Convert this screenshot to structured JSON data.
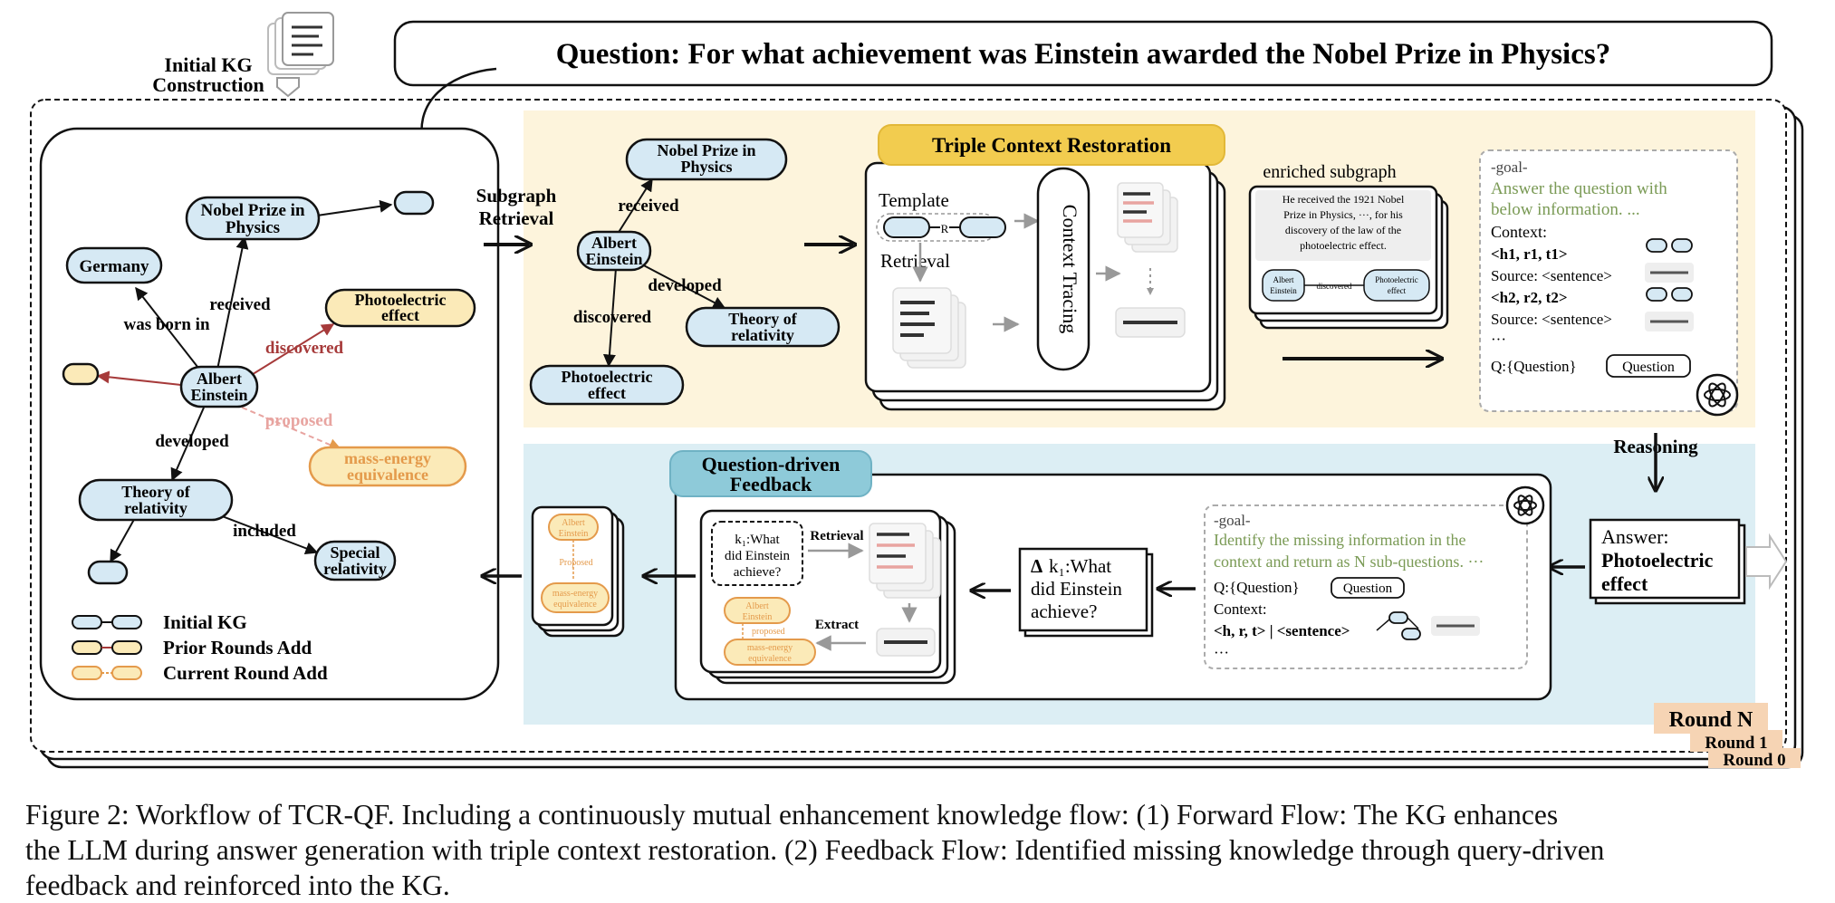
{
  "header": {
    "initial_kg_line1": "Initial KG",
    "initial_kg_line2": "Construction",
    "question": "Question: For what achievement was Einstein awarded the Nobel Prize in Physics?"
  },
  "kg": {
    "nodes": {
      "nobel": [
        "Nobel Prize in",
        "Physics"
      ],
      "germany": "Germany",
      "einstein": [
        "Albert",
        "Einstein"
      ],
      "photo": [
        "Photoelectric",
        "effect"
      ],
      "mass": [
        "mass-energy",
        "equivalence"
      ],
      "theory": [
        "Theory of",
        "relativity"
      ],
      "special": [
        "Special",
        "relativity"
      ]
    },
    "edges": {
      "was_born_in": "was born in",
      "received": "received",
      "discovered": "discovered",
      "proposed": "proposed",
      "developed": "developed",
      "included": "included"
    },
    "legend": {
      "initial": "Initial KG",
      "prior": "Prior Rounds Add",
      "current": "Current Round Add"
    }
  },
  "retrieval": {
    "label": [
      "Subgraph",
      "Retrieval"
    ],
    "nodes": {
      "nobel": [
        "Nobel Prize in",
        "Physics"
      ],
      "einstein": [
        "Albert",
        "Einstein"
      ],
      "theory": [
        "Theory of",
        "relativity"
      ],
      "photo": [
        "Photoelectric",
        "effect"
      ]
    },
    "edges": {
      "received": "received",
      "developed": "developed",
      "discovered": "discovered"
    }
  },
  "tcr": {
    "title": "Triple Context Restoration",
    "template": "Template",
    "r": "R",
    "retrieval": "Retrieval",
    "context_tracing": "Context Tracing"
  },
  "enriched": {
    "label": "enriched subgraph",
    "text": [
      "He received the 1921 Nobel",
      "Prize in Physics, ···, for his",
      "discovery of the law of the",
      "photoelectric effect."
    ],
    "node_a": [
      "Albert",
      "Einstein"
    ],
    "edge": "discovered",
    "node_b": [
      "Photoelectric",
      "effect"
    ]
  },
  "prompt1": {
    "goal": "-goal-",
    "instruction": [
      "Answer the question with",
      "below information. ..."
    ],
    "context": "Context:",
    "triple1": "<h1, r1, t1>",
    "source1": "Source: <sentence>",
    "triple2": "<h2, r2, t2>",
    "source2": "Source: <sentence>",
    "dots": "···",
    "q": "Q:{Question}",
    "question_btn": "Question"
  },
  "reasoning": "Reasoning",
  "answer": {
    "label": "Answer:",
    "value": [
      "Photoelectric",
      "effect"
    ]
  },
  "prompt2": {
    "goal": "-goal-",
    "instruction": [
      "Identify the missing information in the",
      "context and return as N sub-questions. ···"
    ],
    "q": "Q:{Question}",
    "question_btn": "Question",
    "context": "Context:",
    "triple": "<h, r, t> | <sentence>",
    "dots": "···"
  },
  "subq": {
    "delta": "Δ",
    "text": [
      "k₁:What",
      "did Einstein",
      "achieve?"
    ]
  },
  "qf": {
    "title": [
      "Question-driven",
      "Feedback"
    ],
    "subq": [
      "k₁:What",
      "did Einstein",
      "achieve?"
    ],
    "retrieval": "Retrieval",
    "extract": "Extract",
    "node_a": [
      "Albert",
      "Einstein"
    ],
    "edge": "proposed",
    "node_b": [
      "mass-energy",
      "equivalence"
    ]
  },
  "stack": {
    "node_a": [
      "Albert",
      "Einstein"
    ],
    "edge": "Proposed",
    "node_b": [
      "mass-energy",
      "equivalence"
    ]
  },
  "rounds": {
    "n": "Round N",
    "one": "Round 1",
    "zero": "Round 0"
  },
  "caption": {
    "line1": "Figure 2:  Workflow of TCR-QF. Including a continuously mutual enhancement knowledge flow: (1) Forward Flow:  The KG enhances",
    "line2": "the LLM during answer generation with triple context restoration. (2) Feedback Flow: Identified missing knowledge through query-driven",
    "line3": "feedback and reinforced into the KG."
  },
  "colors": {
    "node_blue": "#d6e9f4",
    "node_yellow": "#fbeab8",
    "orange": "#e49a4b",
    "red": "#a63a3a",
    "pink": "#e8a4a0",
    "yellow_bg": "#fdf4dc",
    "blue_bg": "#dceef4",
    "gold": "#f2cc4f",
    "teal": "#8ecad9",
    "green_text": "#7a9a55",
    "round_tag": "#f6d4b4"
  }
}
